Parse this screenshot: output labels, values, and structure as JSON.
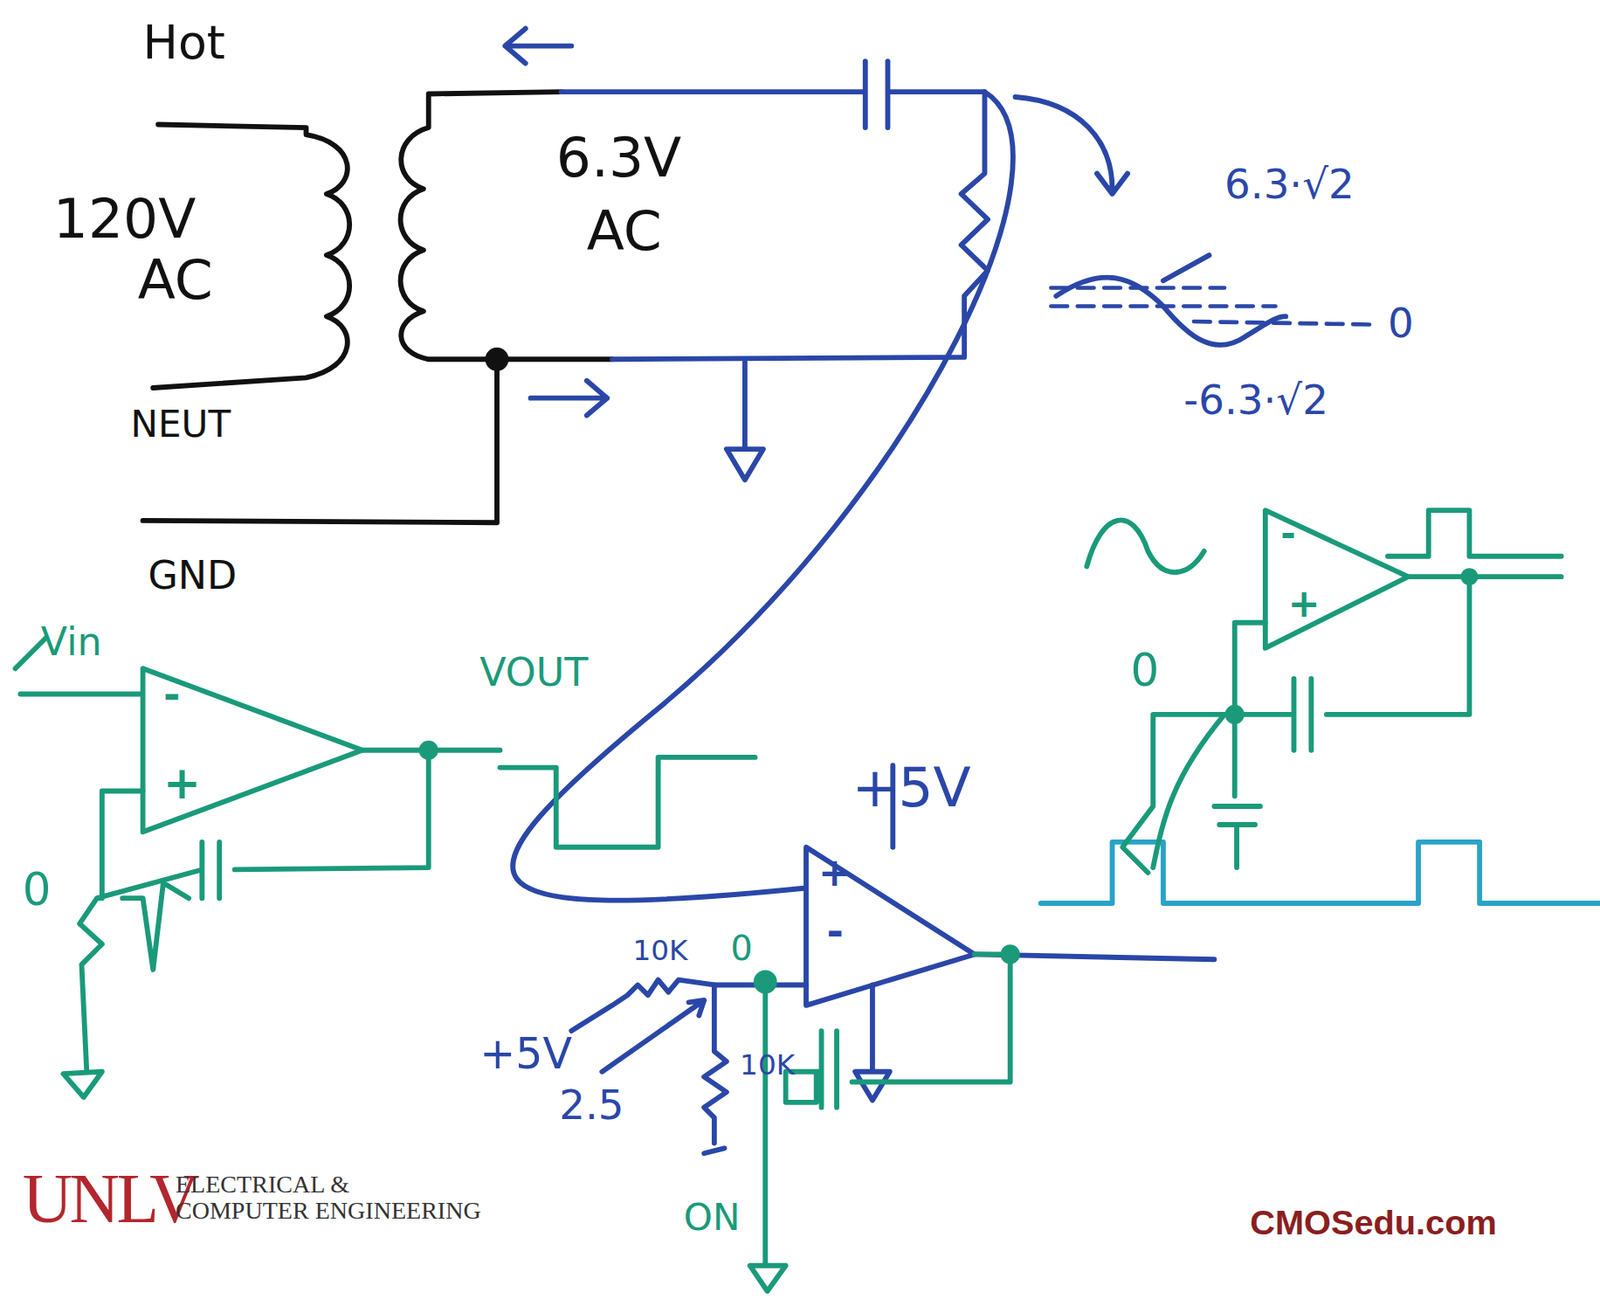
{
  "diagram": {
    "labels": [
      "Hot",
      "120V",
      "AC",
      "NEUT",
      "GND",
      "6.3V",
      "AC",
      "6.3·√2",
      "0",
      "-6.3·√2",
      "Vin",
      "VOUT",
      "-",
      "+",
      "0",
      "+5V",
      "+",
      "-",
      "10K",
      "0",
      "+5V",
      "2.5",
      "10K",
      "ON",
      "0",
      "-",
      "+",
      "UNLV",
      "ELECTRICAL &",
      "COMPUTER ENGINEERING",
      "CMOSedu.com"
    ]
  }
}
